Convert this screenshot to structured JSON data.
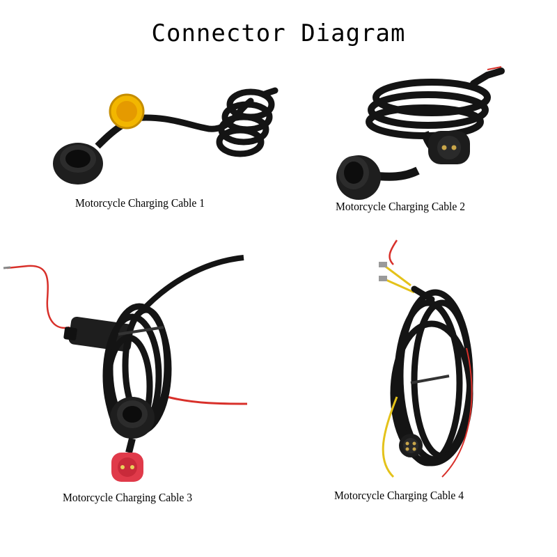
{
  "title": "Connector Diagram",
  "cables": [
    {
      "label": "Motorcycle Charging Cable 1",
      "connector_color": "#f2b600"
    },
    {
      "label": "Motorcycle Charging Cable 2",
      "connector_color": "#1c1c1c"
    },
    {
      "label": "Motorcycle Charging Cable 3",
      "connector_color": "#e03a4a"
    },
    {
      "label": "Motorcycle Charging Cable 4",
      "connector_color": "#1c1c1c"
    }
  ],
  "colors": {
    "cable": "#141414",
    "red_wire": "#d8302a",
    "yellow_wire": "#e4c21a",
    "background": "#ffffff"
  }
}
